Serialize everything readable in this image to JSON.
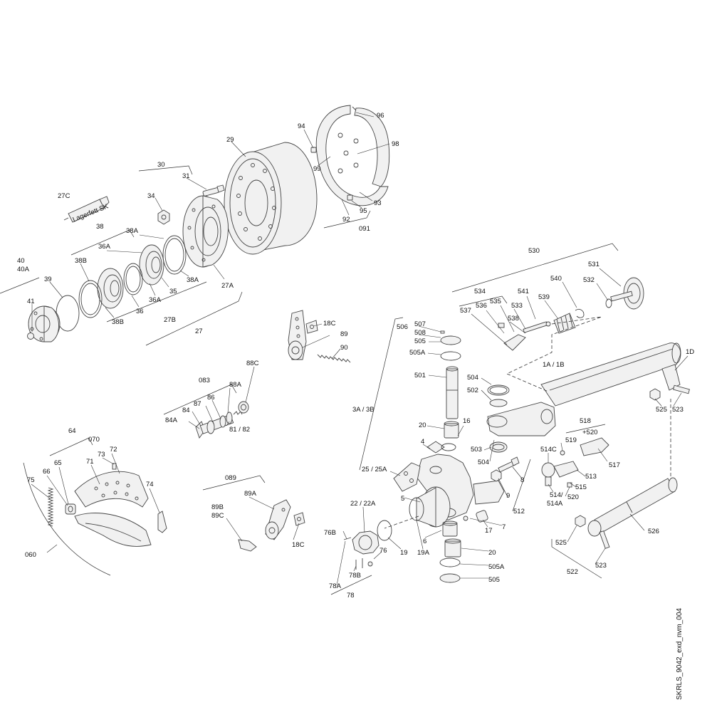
{
  "drawing_id": "SKRLS_9042_exd_nvm_004",
  "labels": {
    "l96": "96",
    "l94": "94",
    "l98": "98",
    "l99": "99",
    "l29": "29",
    "l93": "93",
    "l95": "95",
    "l92": "92",
    "l091": "091",
    "l30": "30",
    "l31": "31",
    "l27C": "27C",
    "l34": "34",
    "l38": "38",
    "l38A_1": "38A",
    "l40": "40",
    "l40A": "40A",
    "l36A_1": "36A",
    "l38B_1": "38B",
    "l39": "39",
    "l38A_2": "38A",
    "l27A": "27A",
    "l41": "41",
    "l36A_2": "36A",
    "l35": "35",
    "l36": "36",
    "l38B_2": "38B",
    "l27B": "27B",
    "l27": "27",
    "l530": "530",
    "l531": "531",
    "l540": "540",
    "l532": "532",
    "l534": "534",
    "l541": "541",
    "l535": "535",
    "l539": "539",
    "l536": "536",
    "l533": "533",
    "l537": "537",
    "l538": "538",
    "l18C_1": "18C",
    "l89": "89",
    "l506": "506",
    "l507": "507",
    "l508": "508",
    "l505_1": "505",
    "l90": "90",
    "l505A_1": "505A",
    "l1D": "1D",
    "l1A1B": "1A / 1B",
    "l88C": "88C",
    "l083": "083",
    "l501": "501",
    "l504_1": "504",
    "l88A": "88A",
    "l86": "86",
    "l502": "502",
    "l87": "87",
    "l3A3B": "3A / 3B",
    "l84": "84",
    "l525_1": "525",
    "l523_1": "523",
    "l84A": "84A",
    "l8182": "81 / 82",
    "l518": "518",
    "l520p": "+520",
    "l20_1": "20",
    "l16": "16",
    "l64": "64",
    "l070": "070",
    "l4": "4",
    "l503": "503",
    "l519": "519",
    "l73": "73",
    "l72": "72",
    "l514C": "514C",
    "l65": "65",
    "l504_2": "504",
    "l517": "517",
    "l71": "71",
    "l2525A": "25 / 25A",
    "l66": "66",
    "l089": "089",
    "l513": "513",
    "l75": "75",
    "l515": "515",
    "l74": "74",
    "l520": "520",
    "l514": "514/",
    "l514A": "514A",
    "l89A": "89A",
    "l9": "9",
    "l8": "8",
    "l5": "5",
    "l2222A": "22 / 22A",
    "l89B": "89B",
    "l89C": "89C",
    "l512": "512",
    "l17": "17",
    "l7": "7",
    "l76B": "76B",
    "l18C_2": "18C",
    "l6": "6",
    "l76": "76",
    "l19": "19",
    "l19A": "19A",
    "l20_2": "20",
    "l060": "060",
    "l526": "526",
    "l525_2": "525",
    "l78B": "78B",
    "l505A_2": "505A",
    "l78A": "78A",
    "l505_2": "505",
    "l523_2": "523",
    "l78": "78",
    "l522": "522",
    "grease_label": "Lagerfett SK"
  }
}
